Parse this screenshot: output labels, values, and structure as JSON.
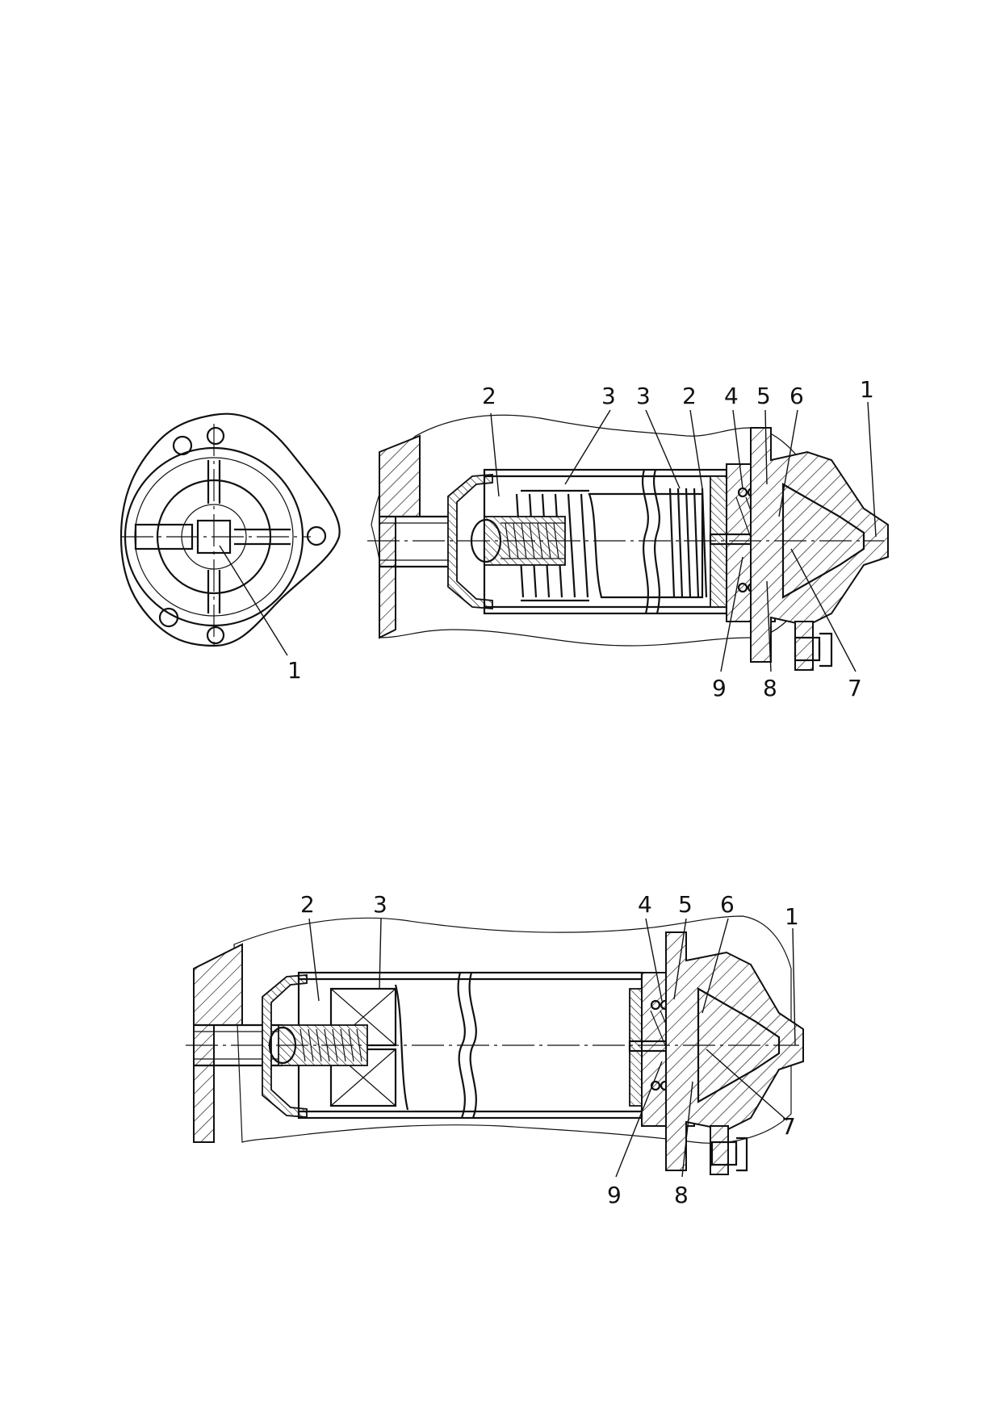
{
  "figure": {
    "view_top_front": {
      "callouts": [
        "1"
      ]
    },
    "view_top_section": {
      "callouts": [
        "2",
        "3",
        "3",
        "2",
        "4",
        "5",
        "6",
        "1",
        "9",
        "8",
        "7"
      ]
    },
    "view_bottom_section": {
      "callouts": [
        "2",
        "3",
        "4",
        "5",
        "6",
        "1",
        "7",
        "9",
        "8"
      ]
    }
  },
  "colors": {
    "ink": "#111111",
    "paper": "#ffffff"
  }
}
